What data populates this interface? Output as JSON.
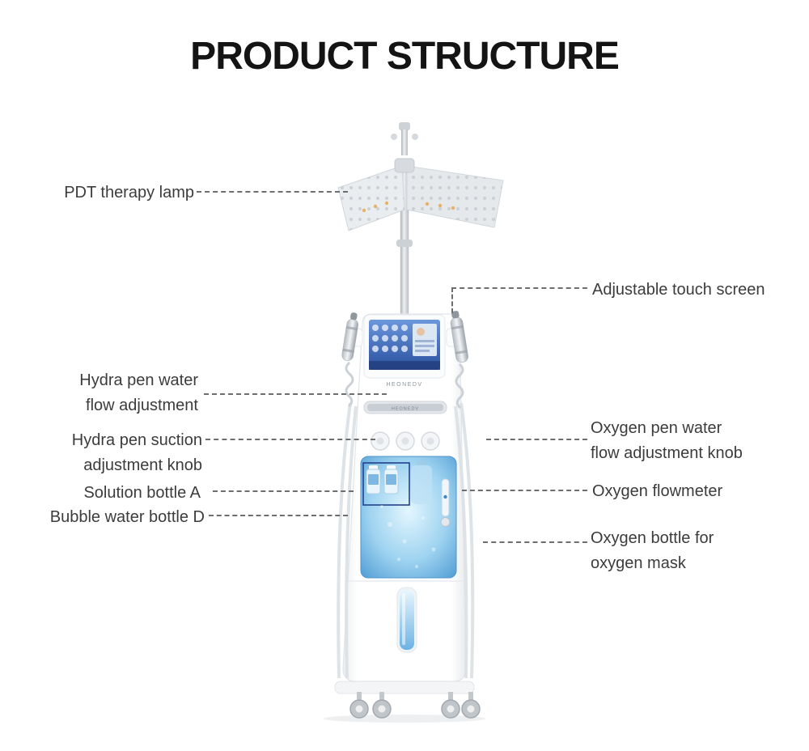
{
  "page": {
    "title": "PRODUCT STRUCTURE"
  },
  "machine": {
    "brand": "HEONEDV"
  },
  "labels": {
    "left": [
      {
        "line1": "PDT therapy lamp"
      },
      {
        "line1": "Hydra pen water",
        "line2": "flow adjustment"
      },
      {
        "line1": "Hydra pen suction",
        "line2": "adjustment knob"
      },
      {
        "line1": "Solution bottle A"
      },
      {
        "line1": "Bubble water bottle D"
      }
    ],
    "right": [
      {
        "line1": "Adjustable touch screen"
      },
      {
        "line1": "Oxygen pen water",
        "line2": "flow adjustment knob"
      },
      {
        "line1": "Oxygen flowmeter"
      },
      {
        "line1": "Oxygen bottle for",
        "line2": "oxygen mask"
      }
    ]
  },
  "colors": {
    "screen_blue": "#3b63b4",
    "compartment_glow": "#7fc3ea",
    "tube_blue": "#8ec9ef",
    "callout_line": "#6e6e6e",
    "title_text": "#141414",
    "label_text": "#3c3c3c"
  }
}
